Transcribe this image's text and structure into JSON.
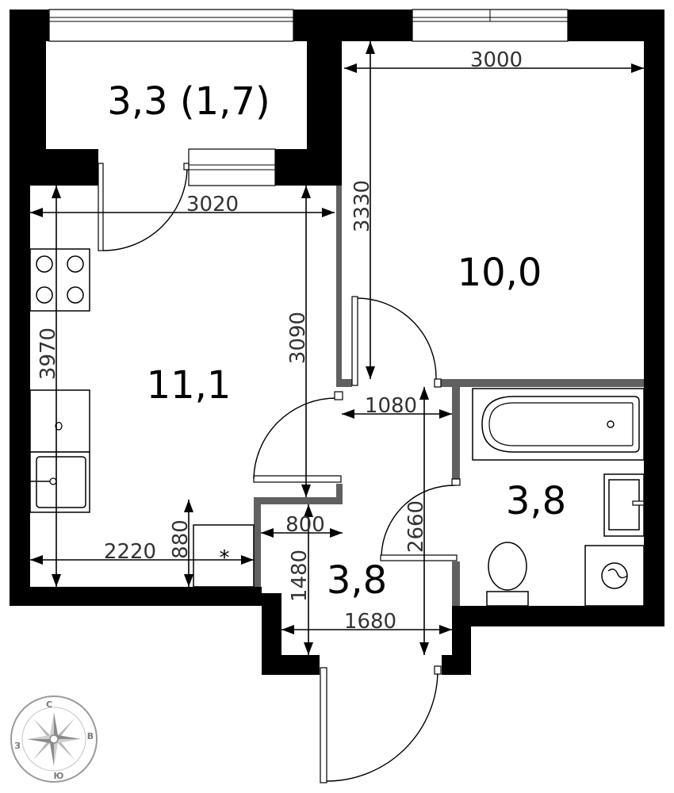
{
  "rooms": {
    "balcony": "3,3 (1,7)",
    "bedroom": "10,0",
    "kitchen_living": "11,1",
    "bathroom": "3,8",
    "hallway": "3,8"
  },
  "dimensions": {
    "bedroom_width": "3000",
    "kitchen_width": "3020",
    "bedroom_depth": "3330",
    "kitchen_inner_depth": "3090",
    "kitchen_depth": "3970",
    "corridor_width": "1080",
    "bath_depth": "2660",
    "niche_width": "800",
    "kitchen_lower_width": "2220",
    "niche_depth": "880",
    "hall_depth": "1480",
    "hall_width": "1680"
  },
  "compass": {
    "north": "С",
    "south": "Ю",
    "west": "З",
    "east": "В"
  }
}
